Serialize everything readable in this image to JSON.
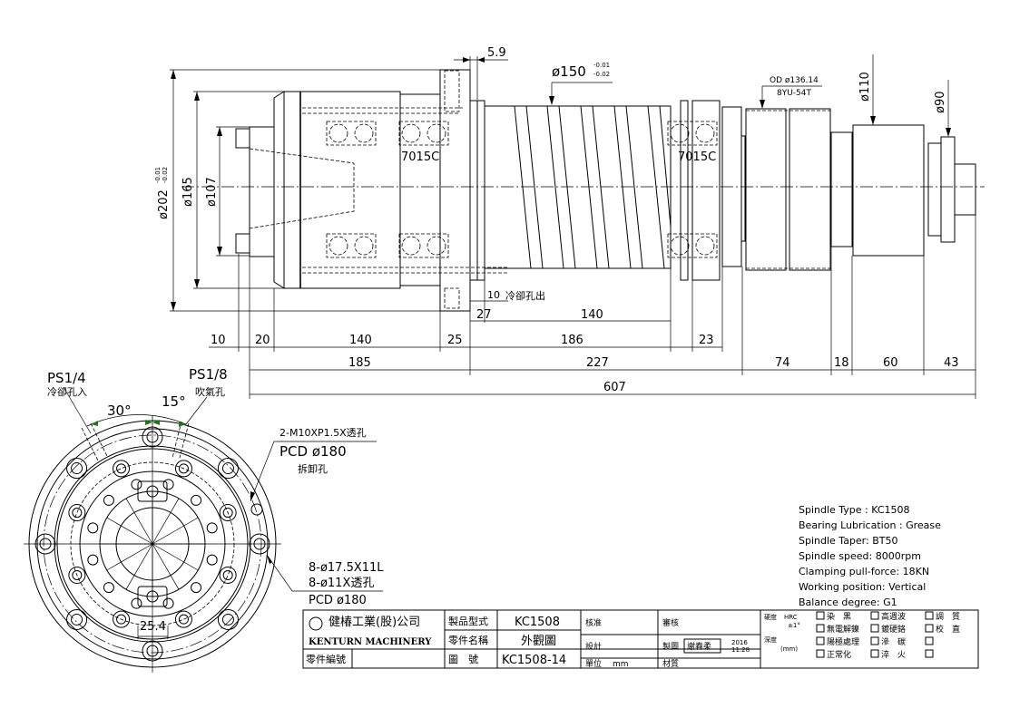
{
  "side_view": {
    "dia_202": "ø202",
    "dia_202_tol_upper": "-0.01",
    "dia_202_tol_lower": "-0.02",
    "dia_165": "ø165",
    "dia_107": "ø107",
    "dia_150": "ø150",
    "dia_150_tol_upper": "-0.01",
    "dia_150_tol_lower": "-0.02",
    "dim_5_9": "5.9",
    "nut_od": "OD ø136.14",
    "nut_code": "8YU-54T",
    "dia_110": "ø110",
    "dia_90": "ø90",
    "bearing_front": "7015C",
    "bearing_rear": "7015C",
    "coolant_out_dim": "10",
    "coolant_out_label": "冷卻孔出"
  },
  "dimensions": {
    "row1": [
      "10",
      "20",
      "140",
      "25",
      "186",
      "23"
    ],
    "row0": [
      "27",
      "140"
    ],
    "row2": [
      "185",
      "227",
      "74",
      "18",
      "60",
      "43"
    ],
    "total": "607"
  },
  "flange_view": {
    "ps14": "PS1/4",
    "ps14_note": "冷卻孔入",
    "ps18": "PS1/8",
    "ps18_note": "吹氣孔",
    "angle_30": "30°",
    "angle_15": "15°",
    "tap_hole": "2-M10XP1.5X透孔",
    "tap_pcd": "PCD ø180",
    "tap_note": "拆卸孔",
    "cbore": "8-ø17.5X11L",
    "thru": "8-ø11X透孔",
    "thru_pcd": "PCD ø180",
    "key_width": "25.4"
  },
  "specs": [
    "Spindle Type : KC1508",
    "Bearing Lubrication : Grease",
    "Spindle Taper: BT50",
    "Spindle speed: 8000rpm",
    "Clamping pull-force: 18KN",
    "Working position: Vertical",
    "Balance degree: G1"
  ],
  "title_block": {
    "company_cn": "健椿工業(股)公司",
    "company_en": "KENTURN MACHINERY",
    "part_no_label": "零件編號",
    "model_label": "製品型式",
    "model_value": "KC1508",
    "part_name_label": "零件名稱",
    "part_name_value": "外觀圖",
    "drawing_no_label": "圖　號",
    "drawing_no_value": "KC1508-14",
    "approve": "核准",
    "review": "審核",
    "design": "設計",
    "drawn": "製圖",
    "drawn_by": "謝春柔",
    "date_year": "2016",
    "date_md": "11.28",
    "unit_label": "單位",
    "unit_value": "mm",
    "material": "材質",
    "hardness": "硬度",
    "hrc": "HRC",
    "hrc_tol": "±1°",
    "depth": "深度",
    "depth_unit": "(mm)",
    "treatments": [
      "染　黑",
      "高週波",
      "調　質",
      "無電解鎳",
      "鍍硬鉻",
      "校　直",
      "陽極處理",
      "滲　碳",
      "",
      "正常化",
      "淬　火",
      ""
    ]
  }
}
